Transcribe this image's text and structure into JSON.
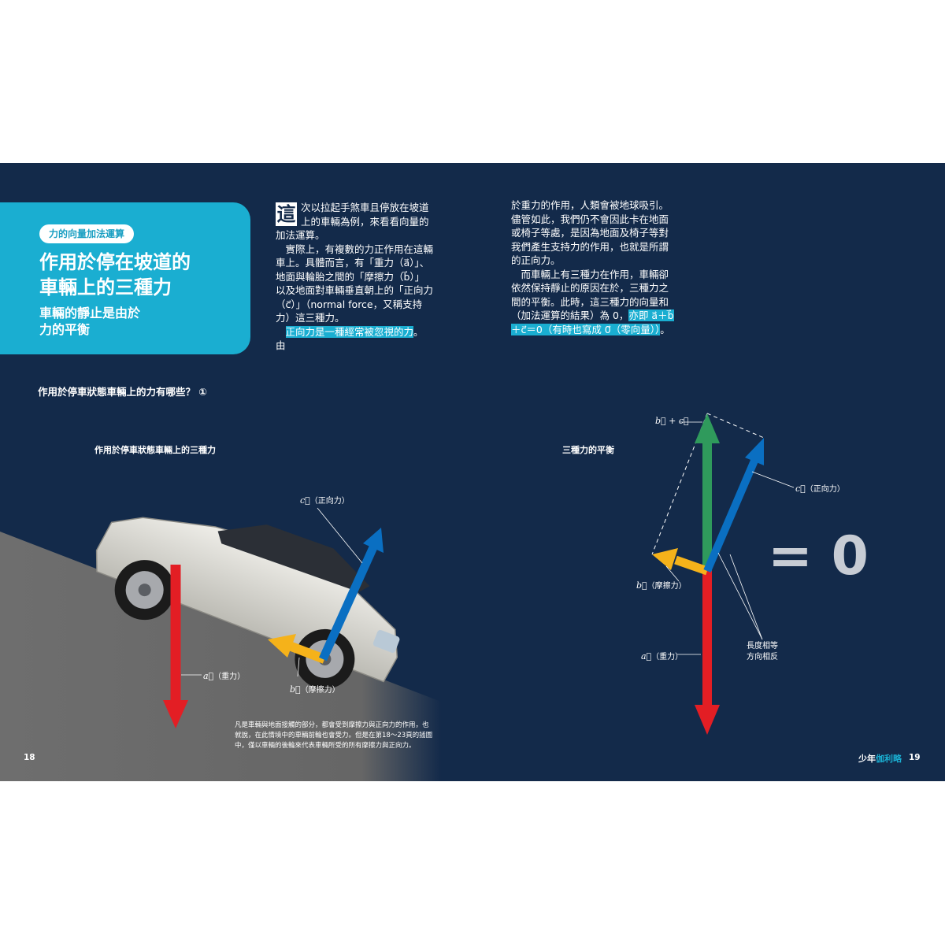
{
  "title_block": {
    "tag": "力的向量加法運算",
    "title_line1": "作用於停在坡道的",
    "title_line2": "車輛上的三種力",
    "subtitle_line1": "車輛的靜止是由於",
    "subtitle_line2": "力的平衡"
  },
  "body": {
    "col1": {
      "drop_cap": "這",
      "p1": "次以拉起手煞車且停放在坡道上的車輛為例，來看看向量的加法運算。",
      "p2": "實際上，有複數的力正作用在這輛車上。具體而言，有「重力（a⃗）」、地面與輪胎之間的「摩擦力（b⃗）」以及地面對車輛垂直朝上的「正向力（c⃗）」（normal force，又稱支持力）這三種力。",
      "p3_highlight": "正向力是一種經常被忽視的力",
      "p3_rest": "。由"
    },
    "col2": {
      "p1": "於重力的作用，人類會被地球吸引。儘管如此，我們仍不會因此卡在地面或椅子等處，是因為地面及椅子等對我們產生支持力的作用，也就是所謂的正向力。",
      "p2_start": "而車輛上有三種力在作用，車輛卻依然保持靜止的原因在於，三種力之間的平衡。此時，這三種力的向量和（加法運算的結果）為 0，",
      "p2_highlight": "亦即 a⃗＋b⃗＋c⃗＝0（有時也寫成 0⃗（零向量））",
      "p2_end": "。"
    }
  },
  "question_heading": "作用於停車狀態車輛上的力有哪些？ ①",
  "figure_left": {
    "caption": "作用於停車狀態車輛上的三種力",
    "label_c_sym": "c⃗",
    "label_c_text": "（正向力）",
    "label_a_sym": "a⃗",
    "label_a_text": "（重力）",
    "label_b_sym": "b⃗",
    "label_b_text": "（摩擦力）",
    "note": "凡是車輛與地面接觸的部分，都會受到摩擦力與正向力的作用，也就說，在此情境中的車輛前輪也會受力。但是在第18～23頁的插圖中，僅以車輛的後輪來代表車輛所受的所有摩擦力與正向力。"
  },
  "figure_right": {
    "caption": "三種力的平衡",
    "label_bc": "b⃗ + c⃗",
    "label_c_sym": "c⃗",
    "label_c_text": "（正向力）",
    "label_b_sym": "b⃗",
    "label_b_text": "（摩擦力）",
    "label_a_sym": "a⃗",
    "label_a_text": "（重力）",
    "label_equal_line1": "長度相等",
    "label_equal_line2": "方向相反",
    "equation": "= 0"
  },
  "footer": {
    "page_left": "18",
    "brand_prefix": "少年",
    "brand_accent": "伽利略",
    "page_right": "19"
  },
  "colors": {
    "background": "#132a4a",
    "accent": "#1aaed1",
    "gravity": "#e31e24",
    "friction": "#f5b21a",
    "normal": "#0a6fc2",
    "sum": "#2f9a5c",
    "slope": "#6e6e6e"
  }
}
